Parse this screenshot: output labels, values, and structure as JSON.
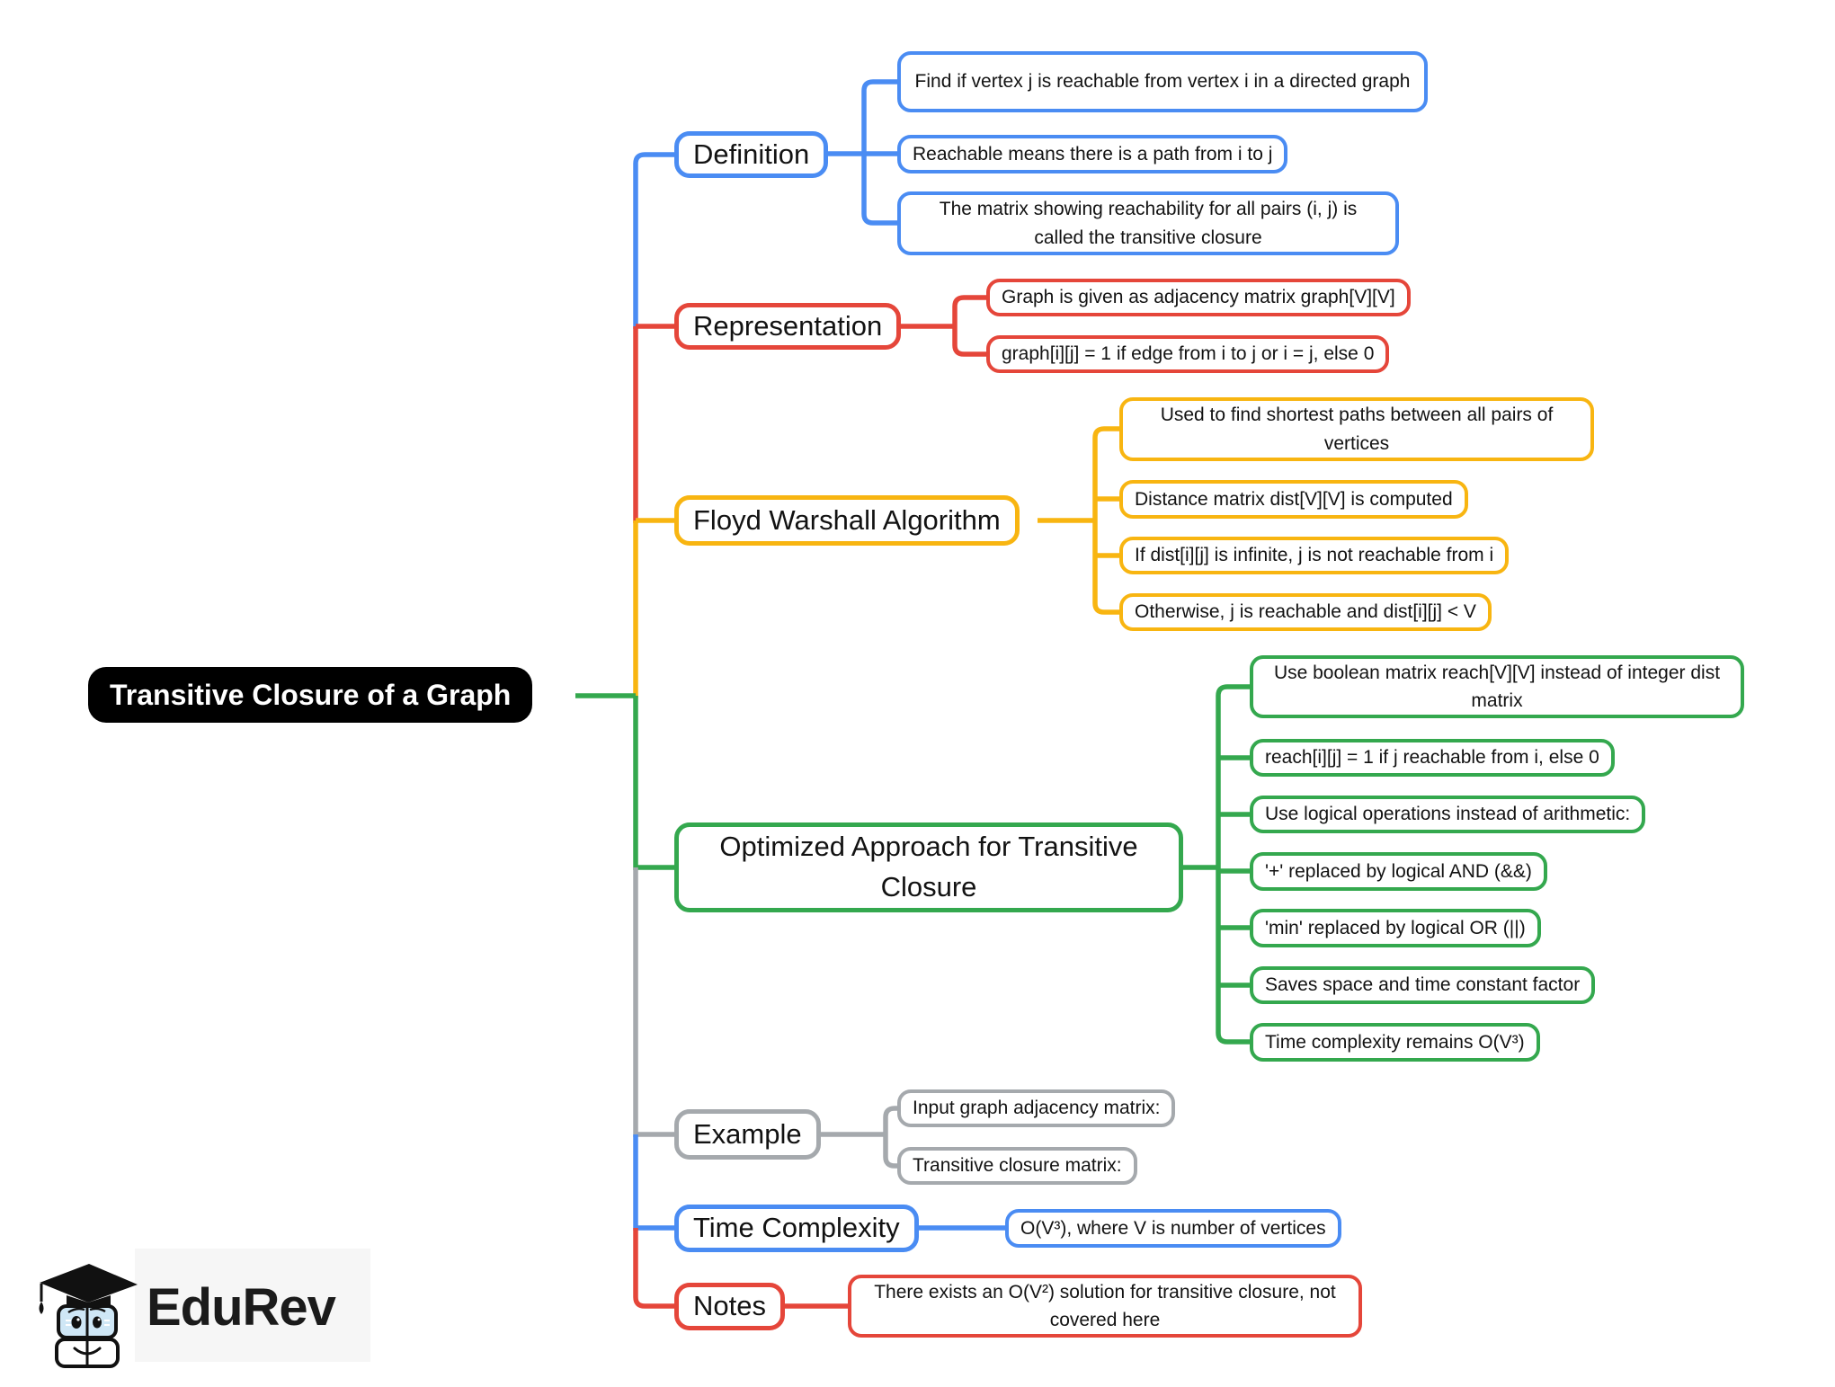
{
  "palette": {
    "blue": "#4a8cf3",
    "red": "#e5463a",
    "yellow": "#f8b511",
    "green": "#34a84e",
    "gray": "#a5a9ad",
    "root_bg": "#000000",
    "root_text": "#ffffff"
  },
  "root": {
    "label": "Transitive Closure of a Graph"
  },
  "branches": [
    {
      "label": "Definition",
      "color": "blue",
      "children": [
        {
          "text": "Find if vertex j is reachable from vertex i in a directed graph"
        },
        {
          "text": "Reachable means there is a path from i to j"
        },
        {
          "text": "The matrix showing reachability for all pairs (i, j) is called the transitive closure"
        }
      ]
    },
    {
      "label": "Representation",
      "color": "red",
      "children": [
        {
          "text": "Graph is given as adjacency matrix graph[V][V]"
        },
        {
          "text": "graph[i][j] = 1 if edge from i to j or i = j, else 0"
        }
      ]
    },
    {
      "label": "Floyd Warshall Algorithm",
      "color": "yellow",
      "children": [
        {
          "text": "Used to find shortest paths between all pairs of vertices"
        },
        {
          "text": "Distance matrix dist[V][V] is computed"
        },
        {
          "text": "If dist[i][j] is infinite, j is not reachable from i"
        },
        {
          "text": "Otherwise, j is reachable and dist[i][j] < V"
        }
      ]
    },
    {
      "label": "Optimized Approach for Transitive Closure",
      "color": "green",
      "children": [
        {
          "text": "Use boolean matrix reach[V][V] instead of integer dist matrix"
        },
        {
          "text": "reach[i][j] = 1 if j reachable from i, else 0"
        },
        {
          "text": "Use logical operations instead of arithmetic:"
        },
        {
          "text": "'+' replaced by logical AND (&&)"
        },
        {
          "text": "'min' replaced by logical OR (||)"
        },
        {
          "text": "Saves space and time constant factor"
        },
        {
          "text": "Time complexity remains O(V³)"
        }
      ]
    },
    {
      "label": "Example",
      "color": "gray",
      "children": [
        {
          "text": "Input graph adjacency matrix:"
        },
        {
          "text": "Transitive closure matrix:"
        }
      ]
    },
    {
      "label": "Time Complexity",
      "color": "blue",
      "children": [
        {
          "text": "O(V³), where V is number of vertices"
        }
      ]
    },
    {
      "label": "Notes",
      "color": "red",
      "children": [
        {
          "text": "There exists an O(V²) solution for transitive closure, not covered here"
        }
      ]
    }
  ],
  "logo": {
    "wordmark": "EduRev"
  }
}
